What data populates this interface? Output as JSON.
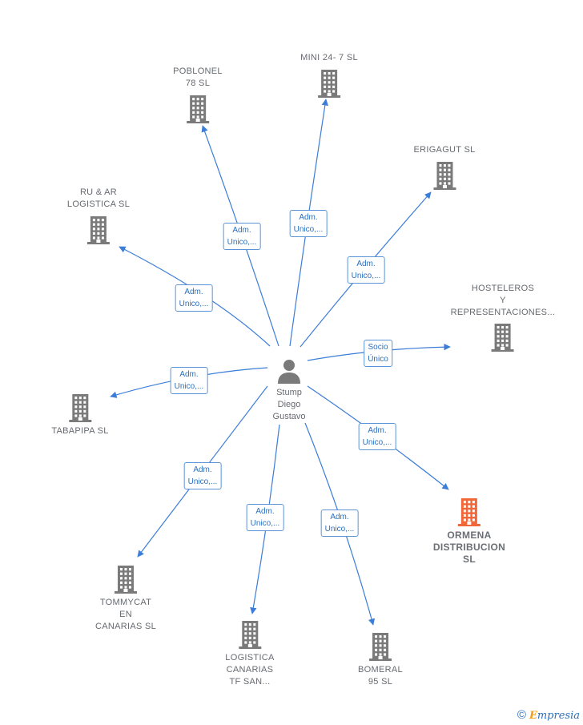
{
  "center": {
    "name_lines": [
      "Stump",
      "Diego",
      "Gustavo"
    ],
    "icon": "person-icon"
  },
  "companies": [
    {
      "id": "poblonel",
      "lines": [
        "POBLONEL",
        "78  SL"
      ],
      "highlight": false
    },
    {
      "id": "mini247",
      "lines": [
        "MINI 24- 7  SL"
      ],
      "highlight": false
    },
    {
      "id": "erigagut",
      "lines": [
        "ERIGAGUT  SL"
      ],
      "highlight": false
    },
    {
      "id": "ruar",
      "lines": [
        "RU & AR",
        "LOGISTICA  SL"
      ],
      "highlight": false
    },
    {
      "id": "hosteleros",
      "lines": [
        "HOSTELEROS",
        "Y",
        "REPRESENTACIONES..."
      ],
      "highlight": false
    },
    {
      "id": "tabapipa",
      "lines": [
        "TABAPIPA  SL"
      ],
      "highlight": false
    },
    {
      "id": "ormena",
      "lines": [
        "ORMENA",
        "DISTRIBUCION",
        "SL"
      ],
      "highlight": true
    },
    {
      "id": "tommycat",
      "lines": [
        "TOMMYCAT",
        "EN",
        "CANARIAS  SL"
      ],
      "highlight": false
    },
    {
      "id": "logistica",
      "lines": [
        "LOGISTICA",
        "CANARIAS",
        "TF SAN..."
      ],
      "highlight": false
    },
    {
      "id": "bomeral",
      "lines": [
        "BOMERAL",
        "95  SL"
      ],
      "highlight": false
    }
  ],
  "relations": [
    {
      "target": "poblonel",
      "lines": [
        "Adm.",
        "Unico,..."
      ]
    },
    {
      "target": "mini247",
      "lines": [
        "Adm.",
        "Unico,..."
      ]
    },
    {
      "target": "erigagut",
      "lines": [
        "Adm.",
        "Unico,..."
      ]
    },
    {
      "target": "ruar",
      "lines": [
        "Adm.",
        "Unico,..."
      ]
    },
    {
      "target": "hosteleros",
      "lines": [
        "Socio",
        "Único"
      ]
    },
    {
      "target": "tabapipa",
      "lines": [
        "Adm.",
        "Unico,..."
      ]
    },
    {
      "target": "ormena",
      "lines": [
        "Adm.",
        "Unico,..."
      ]
    },
    {
      "target": "tommycat",
      "lines": [
        "Adm.",
        "Unico,..."
      ]
    },
    {
      "target": "logistica",
      "lines": [
        "Adm.",
        "Unico,..."
      ]
    },
    {
      "target": "bomeral",
      "lines": [
        "Adm.",
        "Unico,..."
      ]
    }
  ],
  "colors": {
    "edge": "#3b7dd8",
    "building": "#7a7a7a",
    "building_highlight": "#f0683a"
  },
  "brand": {
    "copyright": "©",
    "first_letter": "E",
    "rest": "mpresia"
  }
}
